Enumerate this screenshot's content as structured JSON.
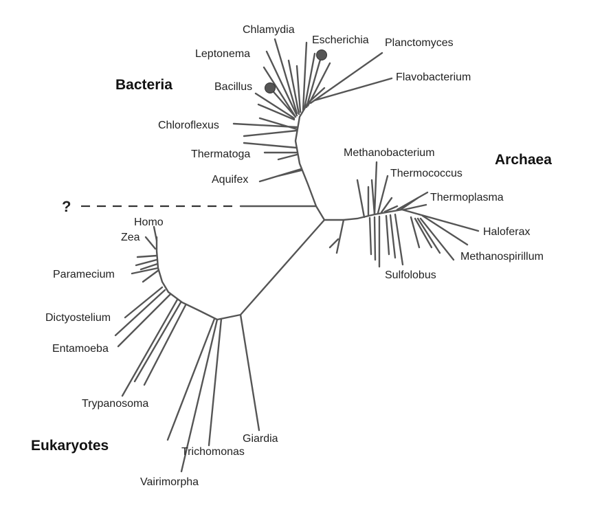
{
  "domains": {
    "bacteria": "Bacteria",
    "archaea": "Archaea",
    "eukaryotes": "Eukaryotes"
  },
  "unknown_branch": "?",
  "taxa": {
    "chlamydia": "Chlamydia",
    "escherichia": "Escherichia",
    "planctomyces": "Planctomyces",
    "leptonema": "Leptonema",
    "flavobacterium": "Flavobacterium",
    "bacillus": "Bacillus",
    "chloroflexus": "Chloroflexus",
    "thermatoga": "Thermatoga",
    "aquifex": "Aquifex",
    "methanobacterium": "Methanobacterium",
    "thermococcus": "Thermococcus",
    "thermoplasma": "Thermoplasma",
    "haloferax": "Haloferax",
    "methanospirillum": "Methanospirillum",
    "sulfolobus": "Sulfolobus",
    "homo": "Homo",
    "zea": "Zea",
    "paramecium": "Paramecium",
    "dictyostelium": "Dictyostelium",
    "entamoeba": "Entamoeba",
    "trypanosoma": "Trypanosoma",
    "giardia": "Giardia",
    "trichomonas": "Trichomonas",
    "vairimorpha": "Vairimorpha"
  },
  "marked_taxa": [
    "escherichia",
    "bacillus"
  ]
}
